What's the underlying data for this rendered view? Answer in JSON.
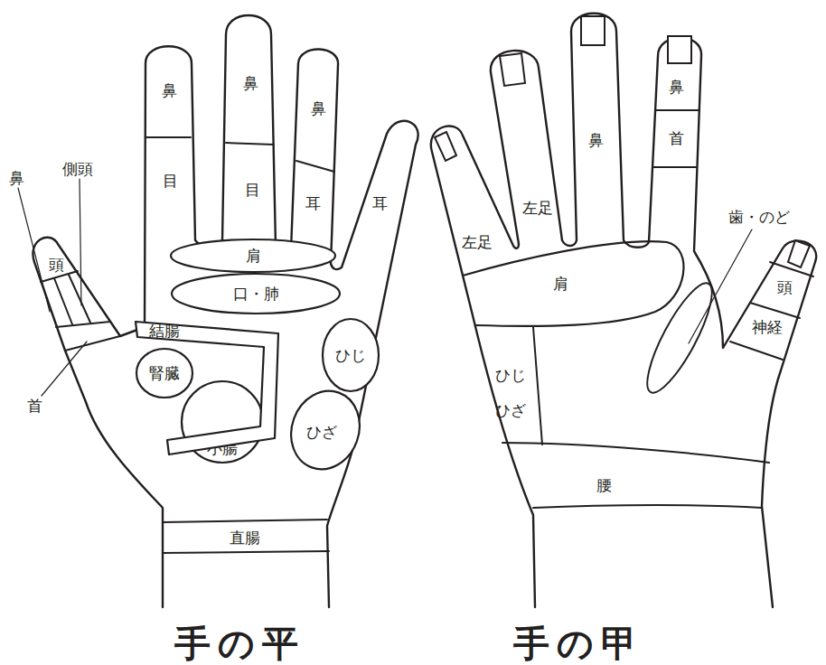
{
  "diagram": {
    "nodes": [
      {
        "text": [
          "鼻"
        ]
      },
      {
        "text": [
          "鼻"
        ]
      },
      {
        "text": [
          "鼻"
        ]
      },
      {
        "text": [
          "目"
        ]
      },
      {
        "text": [
          "目"
        ]
      },
      {
        "text": [
          "耳"
        ]
      },
      {
        "text": [
          "耳"
        ]
      },
      {
        "text": [
          "頭"
        ]
      },
      {
        "text": [
          "肩"
        ]
      },
      {
        "text": [
          "口・肺"
        ]
      },
      {
        "text": [
          "結腸"
        ]
      },
      {
        "text": [
          "腎臓"
        ]
      },
      {
        "text": [
          "ひじ"
        ]
      },
      {
        "text": [
          "小腸"
        ]
      },
      {
        "text": [
          "ひざ"
        ]
      },
      {
        "text": [
          "直腸"
        ]
      },
      {
        "text": [
          "鼻"
        ]
      },
      {
        "text": [
          "鼻"
        ]
      },
      {
        "text": [
          "首"
        ]
      },
      {
        "text": [
          "左足"
        ]
      },
      {
        "text": [
          "左足"
        ]
      },
      {
        "text": [
          "肩"
        ]
      },
      {
        "text": [
          "頭"
        ]
      },
      {
        "text": [
          "神経"
        ]
      },
      {
        "text": [
          "ひじ ひざ"
        ]
      },
      {
        "text": [
          "腰"
        ]
      }
    ],
    "labels": [
      "鼻",
      "側頭",
      "歯・のど",
      "首",
      "手の平",
      "手の甲"
    ]
  }
}
